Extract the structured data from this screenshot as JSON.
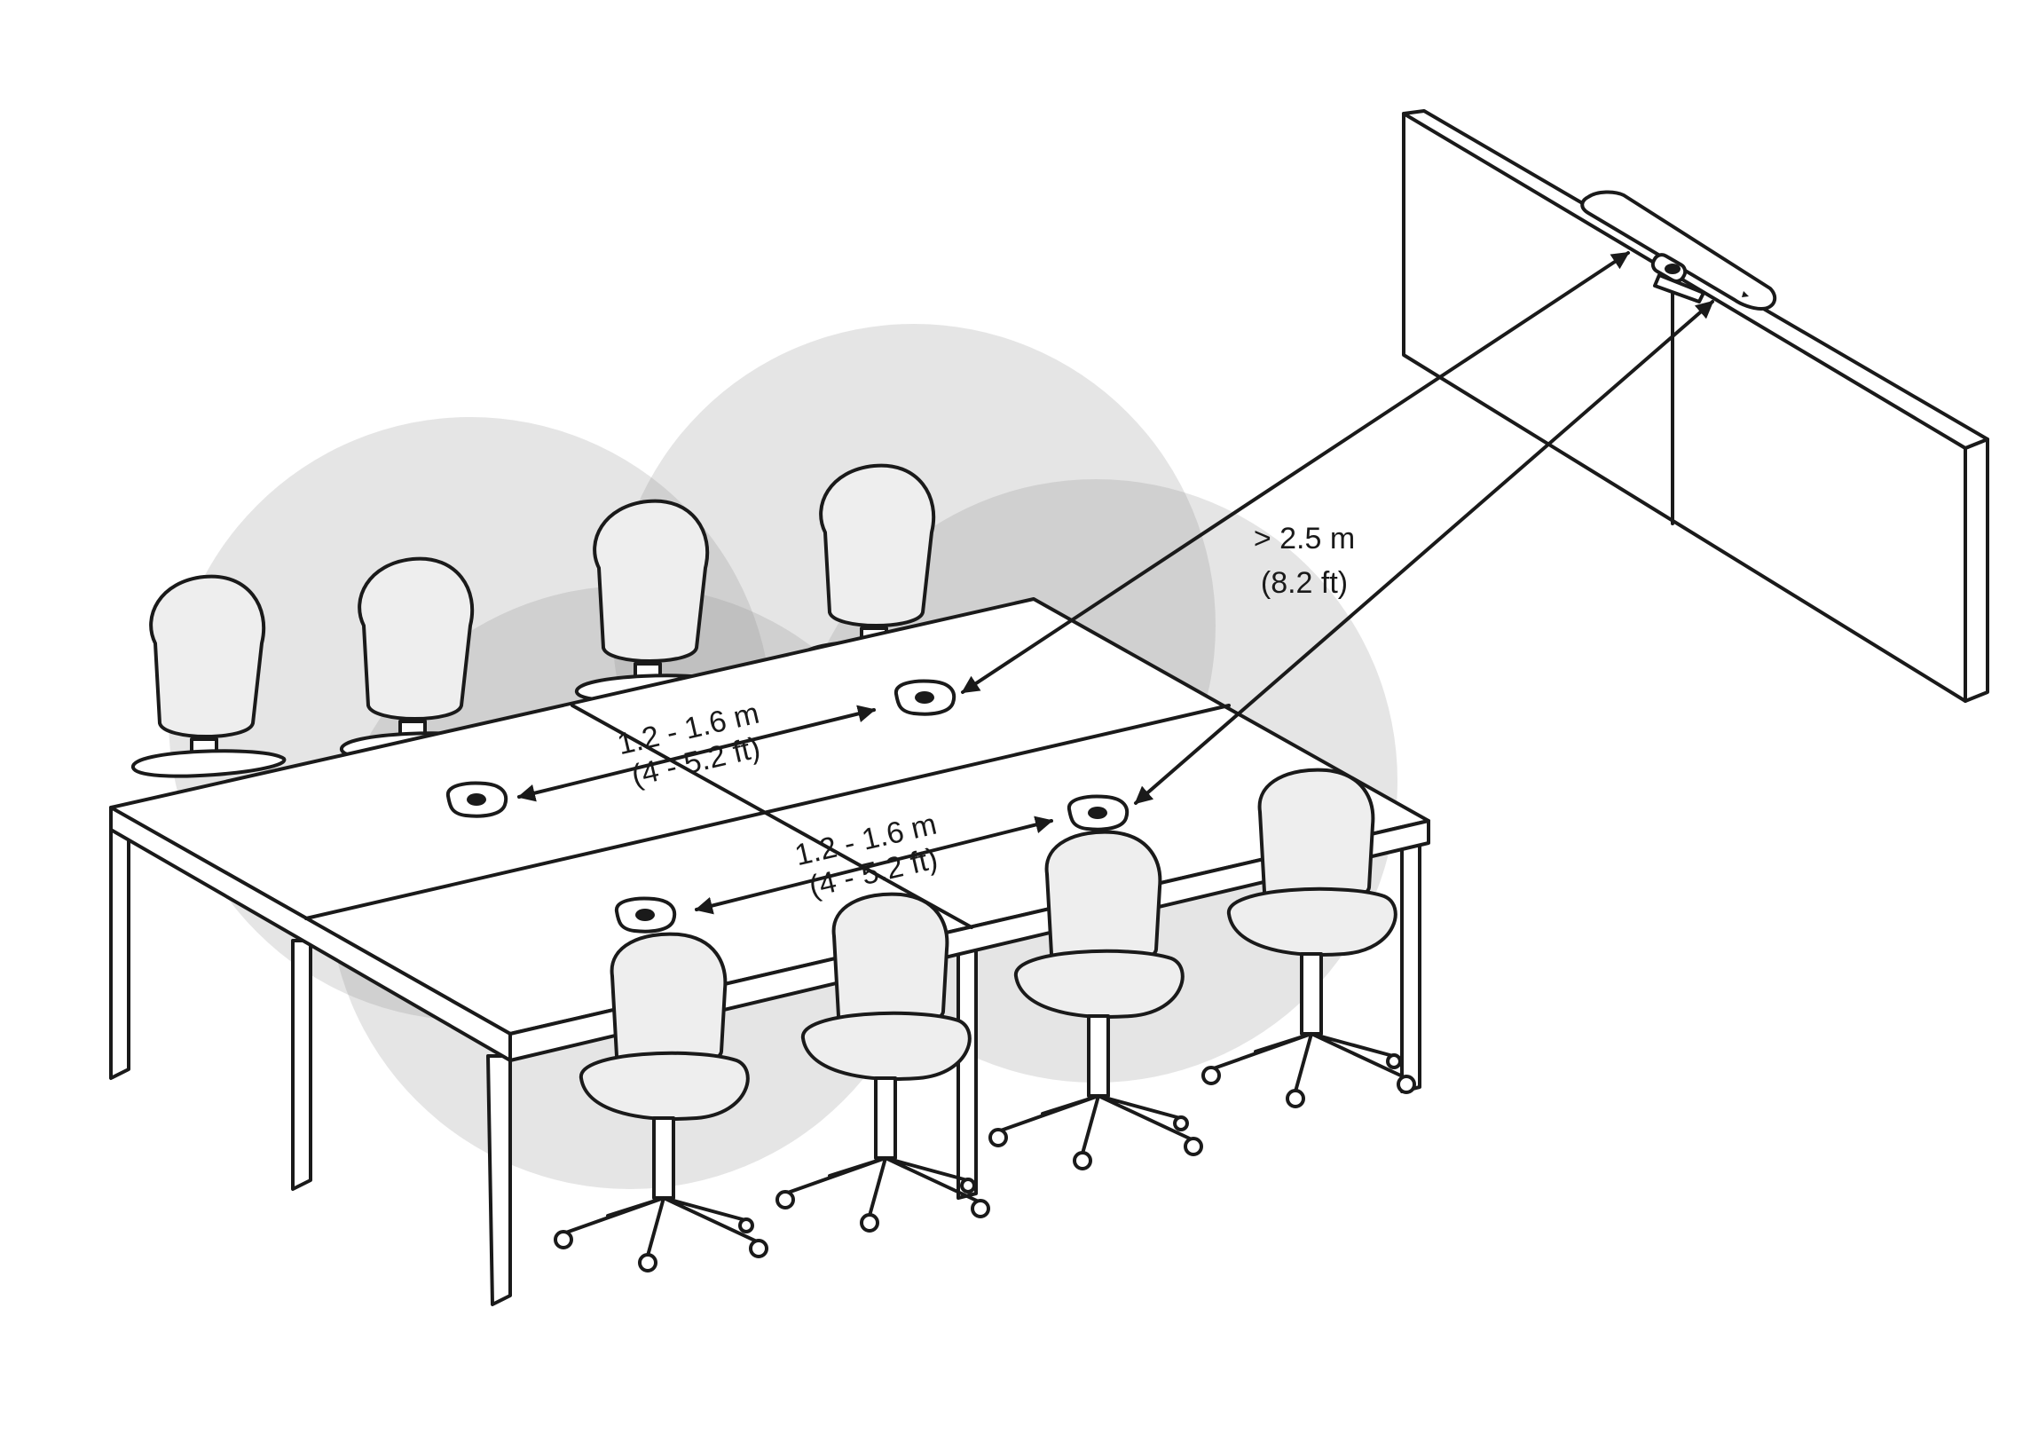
{
  "distance_labels": {
    "camera_distance": {
      "metric": "> 2.5 m",
      "imperial": "(8.2 ft)"
    },
    "mic_spacing_back": {
      "metric": "1.2 - 1.6 m",
      "imperial": "(4 - 5.2 ft)"
    },
    "mic_spacing_front": {
      "metric": "1.2 - 1.6 m",
      "imperial": "(4 - 5.2 ft)"
    }
  },
  "colors": {
    "line": "#1a1a1a",
    "pickup_zone": "#8a8a8a",
    "chair_fill": "#eeeeee",
    "background": "#ffffff"
  }
}
